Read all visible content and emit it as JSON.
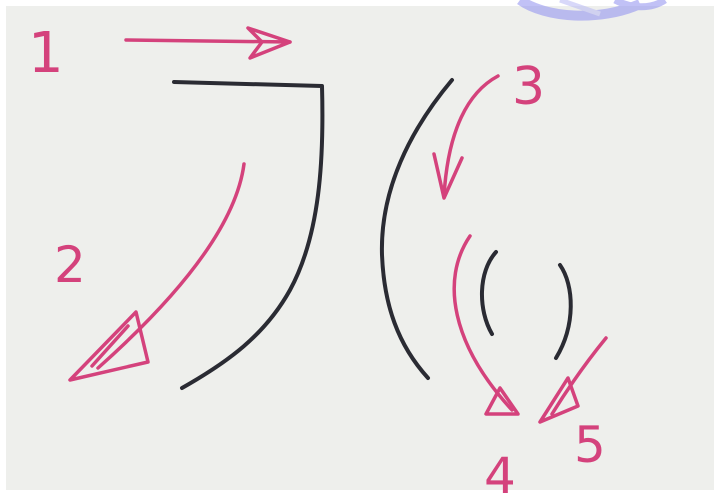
{
  "labels": {
    "step1": "1",
    "step2": "2",
    "step3": "3",
    "step4": "4",
    "step5": "5"
  },
  "colors": {
    "paper": "#eeefec",
    "ink_black": "#2a2b33",
    "ink_pink": "#d4427c",
    "watermark": "#8f8ff0"
  }
}
